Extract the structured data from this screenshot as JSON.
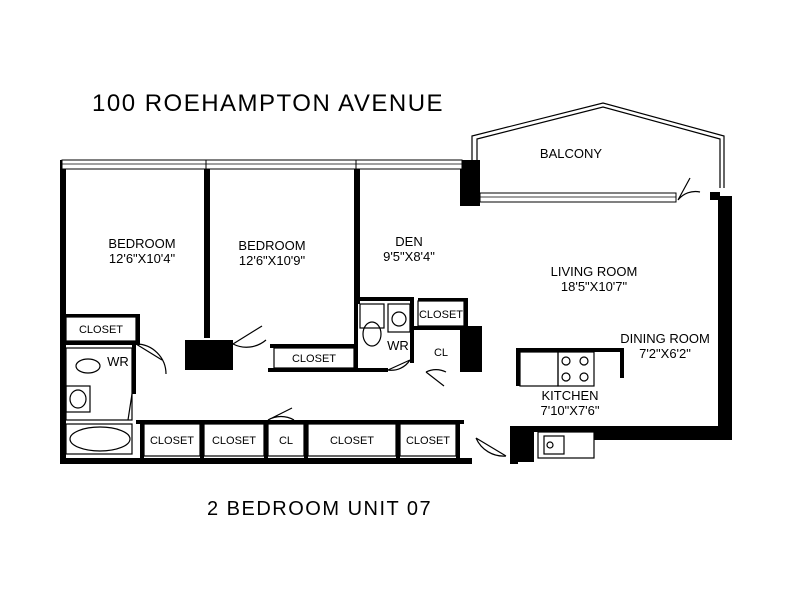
{
  "title": "100 ROEHAMPTON AVENUE",
  "subtitle": "2 BEDROOM UNIT 07",
  "rooms": {
    "balcony": {
      "name": "BALCONY"
    },
    "bedroom1": {
      "name": "BEDROOM",
      "size": "12'6\"X10'4\""
    },
    "bedroom2": {
      "name": "BEDROOM",
      "size": "12'6\"X10'9\""
    },
    "den": {
      "name": "DEN",
      "size": "9'5\"X8'4\""
    },
    "living": {
      "name": "LIVING ROOM",
      "size": "18'5\"X10'7\""
    },
    "dining": {
      "name": "DINING ROOM",
      "size": "7'2\"X6'2\""
    },
    "kitchen": {
      "name": "KITCHEN",
      "size": "7'10\"X7'6\""
    }
  },
  "labels": {
    "closet_bed1": "CLOSET",
    "closet_bed2": "CLOSET",
    "closet_den": "CLOSET",
    "cl_den": "CL",
    "wr_main": "WR",
    "wr_den": "WR",
    "hall_closet_1": "CLOSET",
    "hall_closet_2": "CLOSET",
    "hall_cl": "CL",
    "hall_closet_3": "CLOSET",
    "hall_closet_4": "CLOSET"
  }
}
